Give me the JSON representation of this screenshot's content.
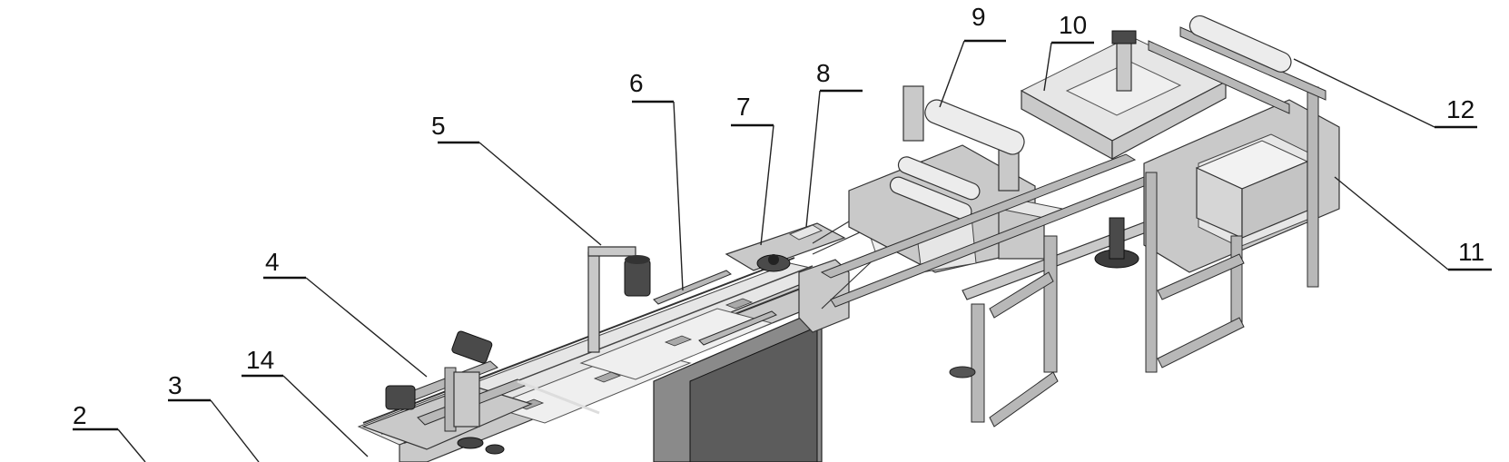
{
  "diagram": {
    "callouts": [
      {
        "id": "2",
        "text": "2"
      },
      {
        "id": "3",
        "text": "3"
      },
      {
        "id": "14",
        "text": "14"
      },
      {
        "id": "4",
        "text": "4"
      },
      {
        "id": "5",
        "text": "5"
      },
      {
        "id": "6",
        "text": "6"
      },
      {
        "id": "7",
        "text": "7"
      },
      {
        "id": "8",
        "text": "8"
      },
      {
        "id": "9",
        "text": "9"
      },
      {
        "id": "10",
        "text": "10"
      },
      {
        "id": "12",
        "text": "12"
      },
      {
        "id": "11",
        "text": "11"
      }
    ]
  }
}
